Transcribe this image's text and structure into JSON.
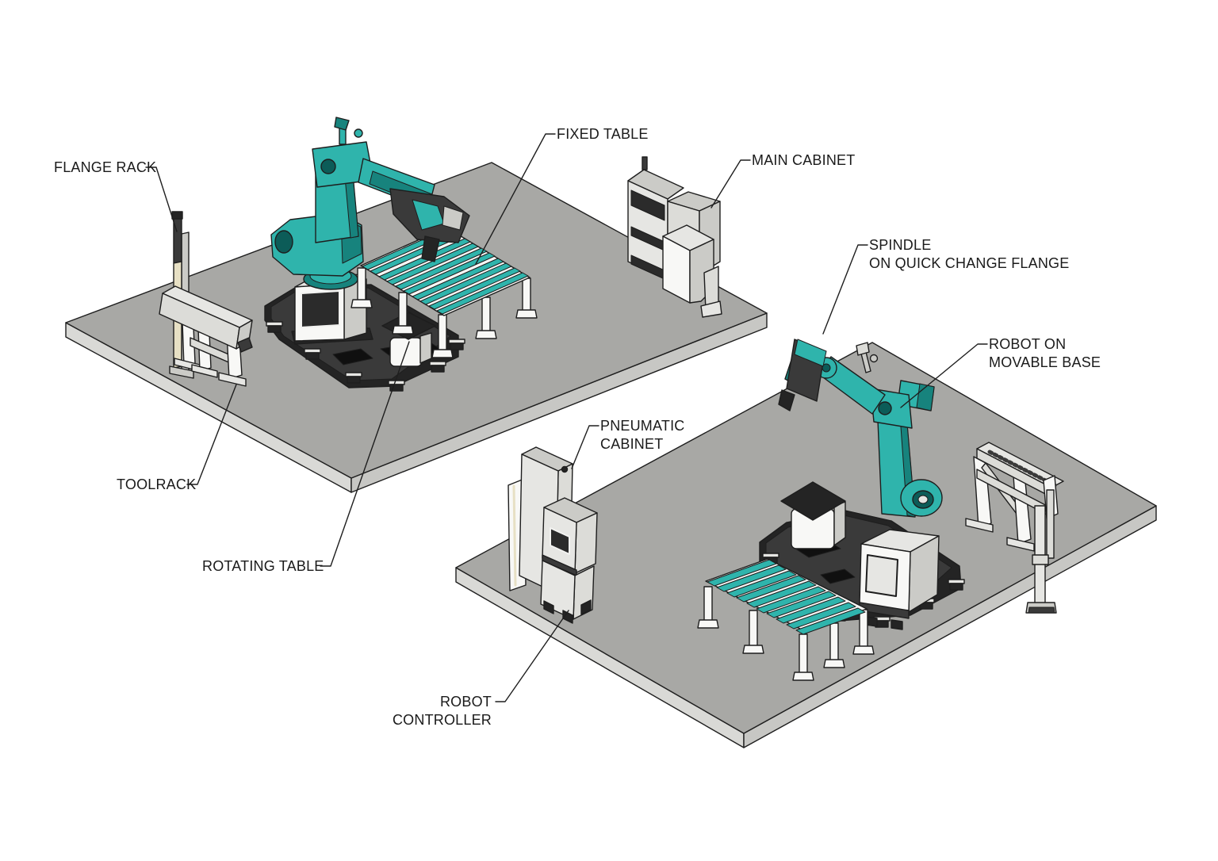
{
  "labels": {
    "flange_rack": "FLANGE RACK",
    "fixed_table": "FIXED TABLE",
    "main_cabinet": "MAIN CABINET",
    "spindle": "SPINDLE\nON QUICK CHANGE FLANGE",
    "robot_on_movable_base": "ROBOT ON\nMOVABLE BASE",
    "toolrack": "TOOLRACK",
    "rotating_table": "ROTATING TABLE",
    "pneumatic_cabinet": "PNEUMATIC\nCABINET",
    "robot_controller": "ROBOT\nCONTROLLER"
  },
  "palette": {
    "background": "#ffffff",
    "line": "#1e1e1e",
    "labelColor": "#1a1a1a",
    "floorTop": "#a8a8a5",
    "floorSide": "#d9d9d6",
    "floorSideDark": "#c7c7c4",
    "teal": "#2fb4ac",
    "tealDark": "#17837d",
    "tealDeep": "#0c5c58",
    "darkBase": "#242424",
    "darkBase2": "#3a3a3a",
    "cutout": "#101010",
    "grayLight": "#e6e6e3",
    "grayMid": "#cbcbc7",
    "graySoft": "#dcdcd8",
    "white": "#f8f8f6",
    "cream": "#e7e0c4"
  }
}
